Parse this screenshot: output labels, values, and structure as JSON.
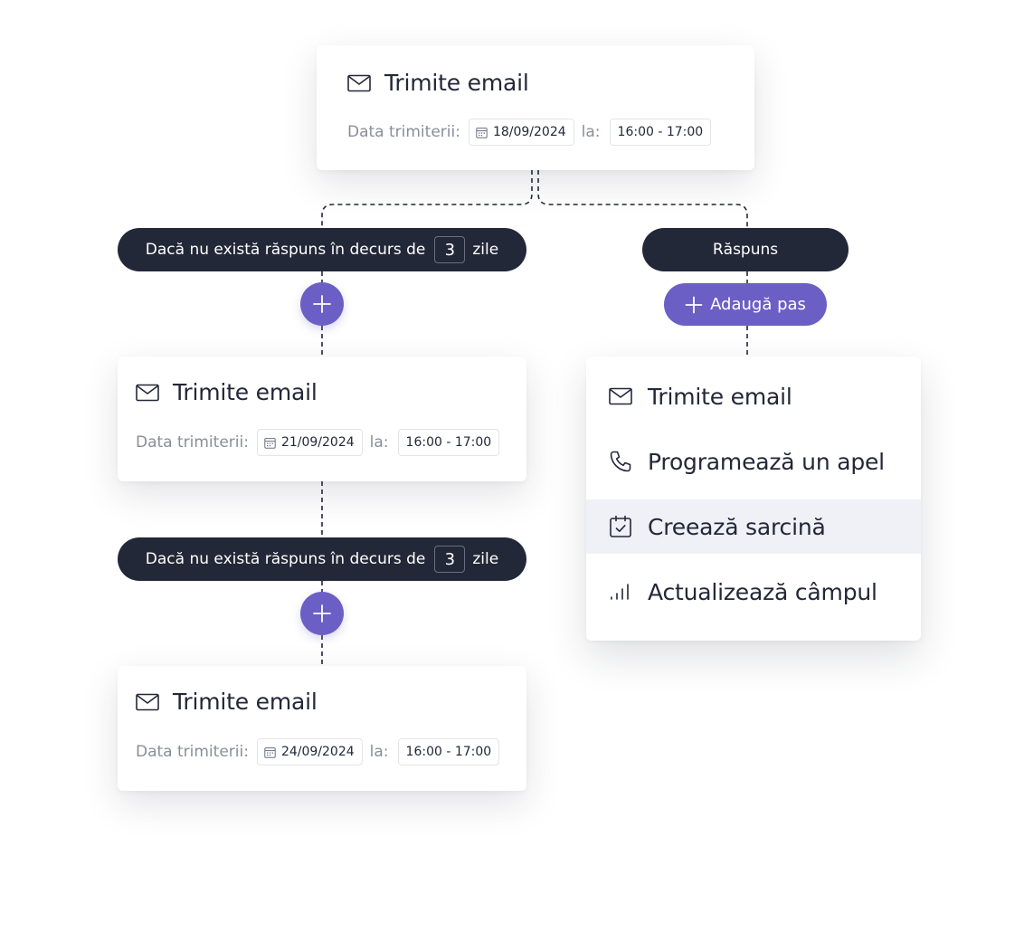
{
  "cards": [
    {
      "title": "Trimite email",
      "date_label": "Data trimiterii:",
      "date": "18/09/2024",
      "at_label": "la:",
      "time": "16:00 - 17:00"
    },
    {
      "title": "Trimite email",
      "date_label": "Data trimiterii:",
      "date": "21/09/2024",
      "at_label": "la:",
      "time": "16:00 - 17:00"
    },
    {
      "title": "Trimite email",
      "date_label": "Data trimiterii:",
      "date": "24/09/2024",
      "at_label": "la:",
      "time": "16:00 - 17:00"
    }
  ],
  "conditions": [
    {
      "prefix": "Dacă nu există răspuns în decurs de",
      "days": "3",
      "suffix": "zile"
    },
    {
      "prefix": "Dacă nu există răspuns în decurs de",
      "days": "3",
      "suffix": "zile"
    }
  ],
  "reply_branch": {
    "label": "Răspuns"
  },
  "add_step": {
    "label": "Adaugă pas",
    "icon": "plus-icon"
  },
  "step_menu": {
    "items": [
      {
        "label": "Trimite email",
        "icon": "mail-icon",
        "highlighted": false
      },
      {
        "label": "Programează un apel",
        "icon": "phone-icon",
        "highlighted": false
      },
      {
        "label": "Creează sarcină",
        "icon": "calendar-check-icon",
        "highlighted": true
      },
      {
        "label": "Actualizează câmpul",
        "icon": "bars-icon",
        "highlighted": false
      }
    ]
  },
  "colors": {
    "accent": "#6b5fc5",
    "dark_pill": "#232838",
    "highlight_row": "#eff1f7",
    "muted_text": "#8a8e98"
  }
}
